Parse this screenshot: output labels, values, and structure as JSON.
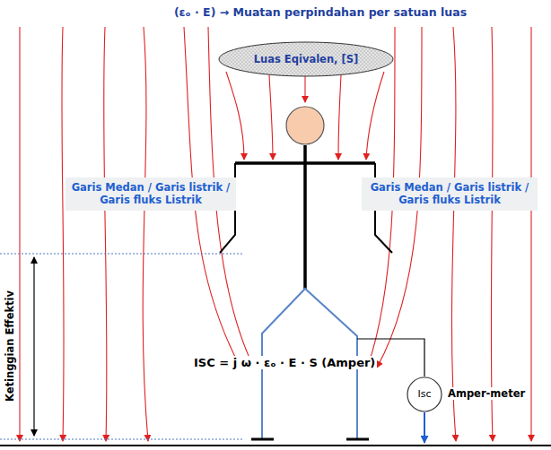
{
  "diagram": {
    "title": "(εₒ · E) → Muatan perpindahan per satuan luas",
    "nodes": [
      {
        "text": [
          "Luas Eqivalen, [S]"
        ]
      },
      {
        "text": [
          "Garis Medan / Garis listrik / Garis fluks Listrik"
        ]
      },
      {
        "text": [
          "Garis Medan / Garis listrik / Garis fluks Listrik"
        ]
      },
      {
        "text": [
          "Isc"
        ]
      }
    ],
    "labels": [
      "Ketinggian Effektiv",
      "ISC = j ω · εₒ · E · S (Amper)",
      "Amper-meter"
    ]
  }
}
